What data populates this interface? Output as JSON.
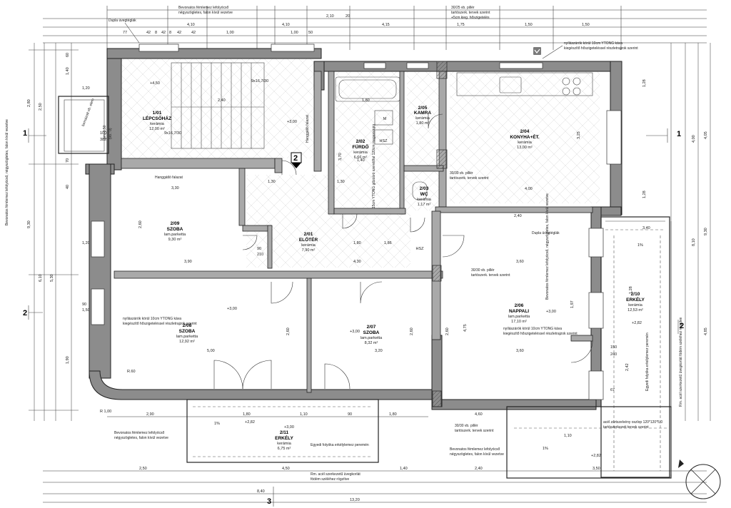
{
  "rooms": [
    {
      "id": "r1",
      "code": "1/01",
      "name": "LÉPCSŐHÁZ",
      "floor": "kerámia",
      "area": "12,00 m²"
    },
    {
      "id": "r2",
      "code": "2/02",
      "name": "FÜRDŐ",
      "floor": "kerámia",
      "area": "6,66 m²"
    },
    {
      "id": "r3",
      "code": "2/05",
      "name": "KAMRA",
      "floor": "kerámia",
      "area": "1,80 m²"
    },
    {
      "id": "r4",
      "code": "2/04",
      "name": "KONYHA+ÉT.",
      "floor": "kerámia",
      "area": "13,00 m²"
    },
    {
      "id": "r5",
      "code": "2/03",
      "name": "WC",
      "floor": "kerámia",
      "area": "1,17 m²"
    },
    {
      "id": "r6",
      "code": "2/09",
      "name": "SZOBA",
      "floor": "lam.parketta",
      "area": "9,30 m²"
    },
    {
      "id": "r7",
      "code": "2/01",
      "name": "ELŐTÉR",
      "floor": "kerámia",
      "area": "7,90 m²"
    },
    {
      "id": "r8",
      "code": "2/08",
      "name": "SZOBA",
      "floor": "lam.parketta",
      "area": "12,92 m²"
    },
    {
      "id": "r9",
      "code": "2/07",
      "name": "SZOBA",
      "floor": "lam.parketta",
      "area": "8,32 m²"
    },
    {
      "id": "r10",
      "code": "2/06",
      "name": "NAPPALI",
      "floor": "lam.parketta",
      "area": "17,10 m²"
    },
    {
      "id": "r11",
      "code": "2/10",
      "name": "ERKÉLY",
      "floor": "kerámia",
      "area": "12,53 m²"
    },
    {
      "id": "r12",
      "code": "2/11",
      "name": "ERKÉLY",
      "floor": "kerámia",
      "area": "6,75 m²"
    }
  ],
  "notes": {
    "dupla_top": "Dupla üvegtéglák",
    "dupla_right": "Dupla üvegtéglák",
    "bevonatos_top": "Bevonatos fémlemez lefolyócső",
    "bevonatos_top2": "négyszögletes, falon kívül vezetve",
    "bevonatos_left": "Bevonatos fémlemez lefolyócső, négyszögletes, falon kívül vezetve",
    "bevonatos_bl1": "Bevonatos fémlemez lefolyócső",
    "bevonatos_bl2": "négyszögletes, falon kívül vezetve",
    "bevonatos_bc1": "Bevonatos fémlemez lefolyócső",
    "bevonatos_bc2": "négyszögletes, falon kívül vezetve",
    "bevonatos_right": "Bevonatos fémlemez lefolyócső, négyszögletes, falon kívül vezetve",
    "pillar_top1": "30/25 vb. pillér",
    "pillar_top2": "tartószerk. tervek szerint",
    "pillar_top3": "+5cm kieg. hőszigetelés",
    "pillar_mid1": "30/30 vb. pillér",
    "pillar_mid2": "tartószerk. tervek szerint",
    "pillar_c1": "30/30 vb. pillér",
    "pillar_c2": "tartószerk. tervek szerint",
    "pillar_b1": "30/30 vb. pillér",
    "pillar_b2": "tartószerk. tervek szerint",
    "nyil_tr1": "nyílászárók körül 10cm YTONG káva",
    "nyil_tr2": "kiegészítő hőszigeteléssel részletrajzok szerint",
    "nyil_l1": "nyílászárók körül 10cm YTONG káva",
    "nyil_l2": "kiegészítő hőszigeteléssel részletrajzok szerint",
    "nyil_c1": "nyílászárók körül 10cm YTONG káva",
    "nyil_c2": "kiegészítő hőszigeteléssel részletrajzok szerint",
    "hanggatlo": "Hanggátló falazat",
    "hanggatlo_v": "Hanggátló falazat",
    "ytong_wall": "15cm YTONG gőzzáró szerelőfal 120cm magasságig",
    "egyedi_b": "Egyedi folyóka erkélylemez peremén",
    "egyedi_r": "Egyedi folyóka erkélylemez peremén",
    "rm_acel1": "Rm. acél szerkezetű üvegkorlát",
    "rm_acel2": "födém széléhez rögzítve",
    "rm_acel_r": "Rm. acél szerkezetű üvegkorlát födém széléhez rögzítve",
    "acel_oszlop1": "acél zártszelvény oszlop 120*120*5,0",
    "acel_oszlop2": "tartószerkezeti tervek szerint",
    "formazott": "formázott vb. elem",
    "stair1": "9x16,7/30",
    "stair2": "9x16,7/30",
    "hsz1": "HSZ",
    "hsz2": "HSZ",
    "levels": [
      "+4,50",
      "+3,00",
      "+3,00",
      "+3,00",
      "+3,00",
      "+3,00",
      "+2,82",
      "+2,82",
      "+2,82"
    ]
  },
  "sections": {
    "s1": "1",
    "s2": "2",
    "s3": "3"
  },
  "dims_top": [
    "4,10",
    "4,10",
    "4,15",
    "1,75",
    "1,50",
    "1,50",
    "77",
    "42",
    "8",
    "42",
    "8",
    "42",
    "42",
    "1,00",
    "1,00",
    "50",
    "2,10",
    "20"
  ],
  "dims_bottom": [
    "2,50",
    "4,50",
    "1,40",
    "2,40",
    "3,50",
    "8,40",
    "13,20",
    "2,90",
    "1,80",
    "1,10",
    "90",
    "1,80",
    "4,60"
  ],
  "dims_left": [
    "2,80",
    "2,50",
    "9,30",
    "6,10",
    "5,30",
    "1,90",
    "60",
    "40",
    "1,40",
    "1,20",
    "70",
    "90",
    "1,50"
  ],
  "dims_right": [
    "4,05",
    "4,00",
    "8,10",
    "9,30",
    "4,85",
    "1,28",
    "1,28",
    "1,28",
    "2,42"
  ],
  "dims_inner": [
    "1,20",
    "2,40",
    "1,80",
    "1,80",
    "3,25",
    "3,30",
    "1,30",
    "1,30",
    "2,40",
    "4,30",
    "1,86",
    "3,90",
    "4,00",
    "3,60",
    "5,00",
    "3,20",
    "3,60",
    "2,60",
    "2,60",
    "2,60",
    "2,60",
    "3,70",
    "4,75",
    "1,97",
    "1,10",
    "3,40",
    "1,40",
    "90",
    "210",
    "1%",
    "1%",
    "1%",
    "150",
    "240",
    "67"
  ],
  "ref_labels": {
    "r060": "R.60",
    "r100": "R 1,00"
  },
  "legend_area": "100",
  "legend_area2": "382",
  "legend_label": "pm. 1,50",
  "legend_label2": "(vö.: 0)"
}
